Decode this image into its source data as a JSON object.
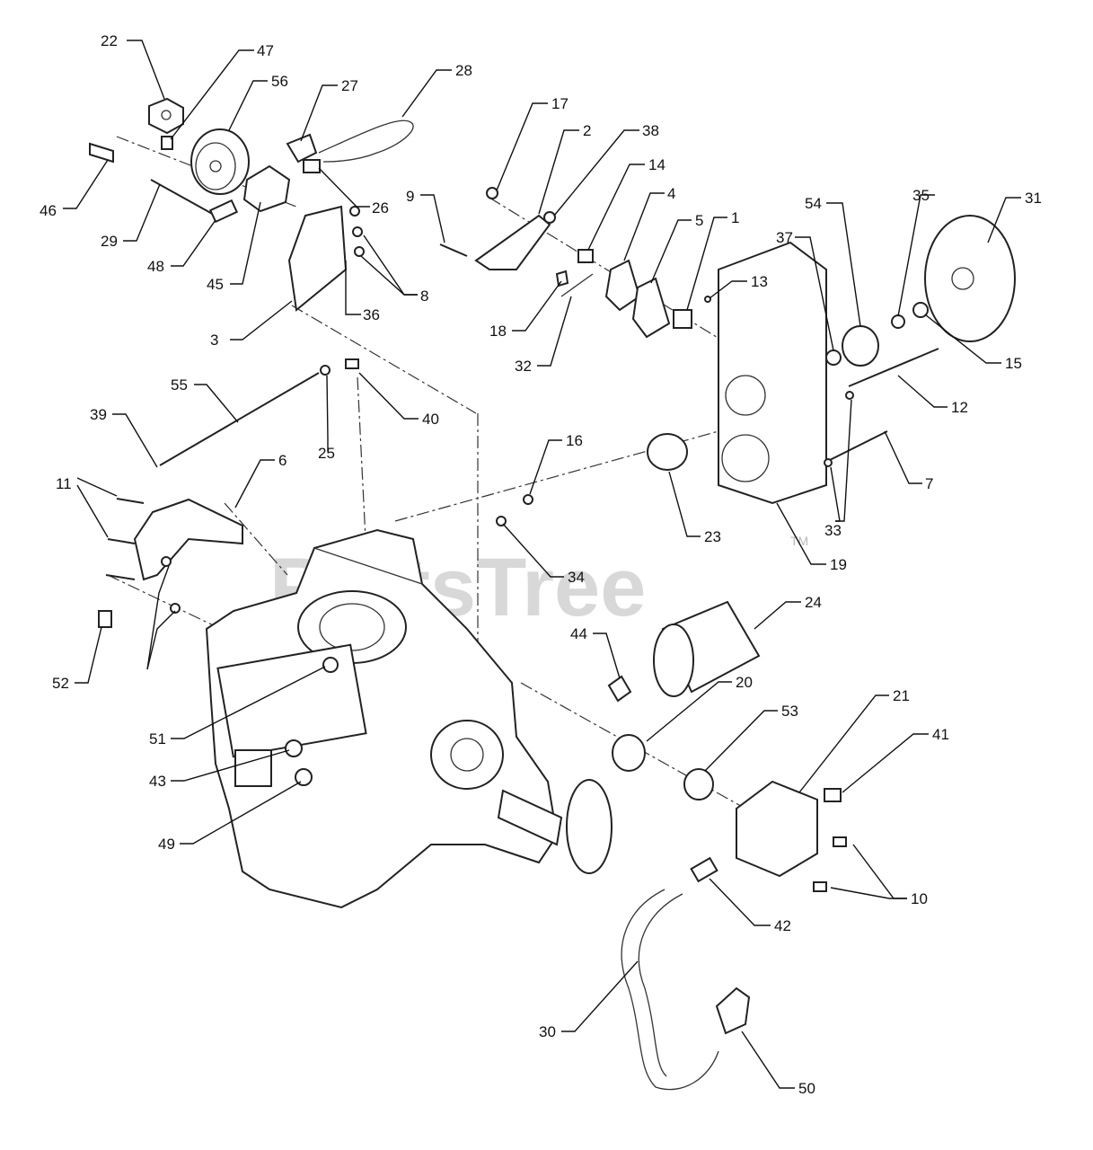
{
  "watermark": {
    "brand": "PartsTree",
    "trademark": "TM"
  },
  "callouts": [
    "22",
    "47",
    "56",
    "27",
    "28",
    "46",
    "29",
    "48",
    "45",
    "26",
    "3",
    "36",
    "8",
    "17",
    "2",
    "38",
    "14",
    "9",
    "4",
    "5",
    "1",
    "13",
    "18",
    "32",
    "37",
    "54",
    "35",
    "31",
    "15",
    "12",
    "55",
    "39",
    "25",
    "40",
    "16",
    "11",
    "6",
    "23",
    "7",
    "33",
    "19",
    "34",
    "52",
    "24",
    "44",
    "20",
    "51",
    "43",
    "49",
    "53",
    "21",
    "41",
    "10",
    "42",
    "30",
    "50"
  ]
}
